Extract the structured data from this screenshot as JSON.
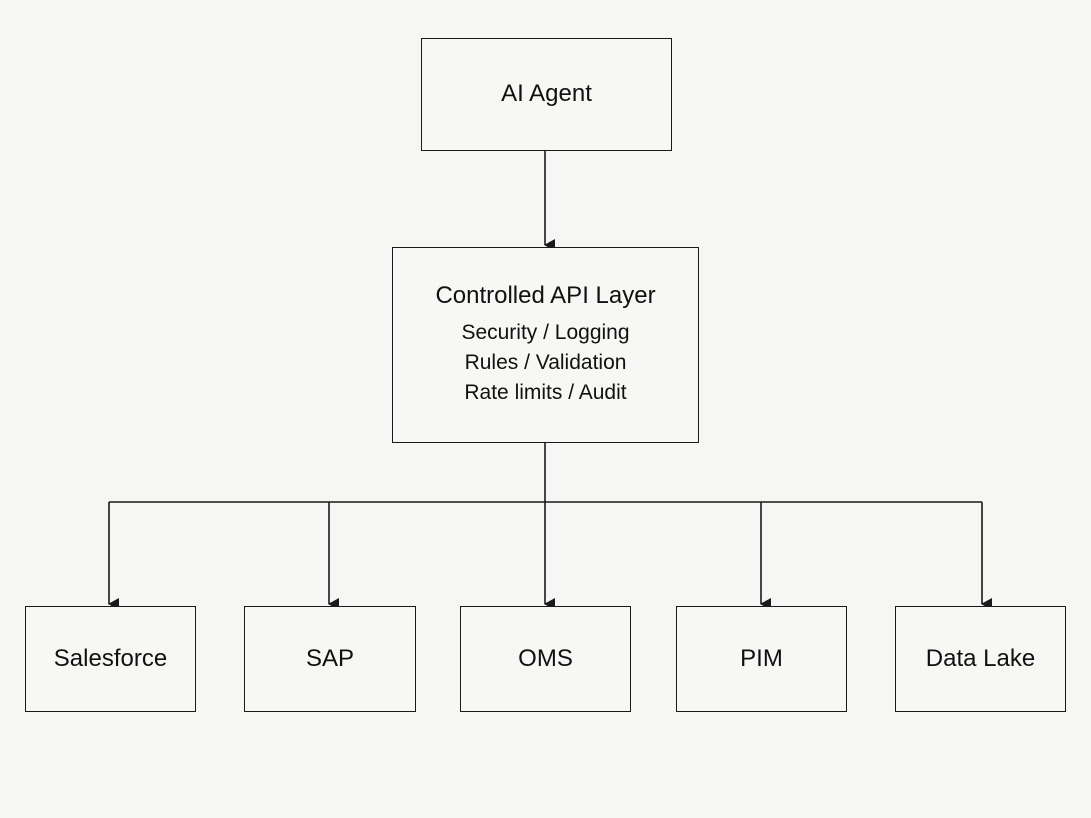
{
  "diagram": {
    "agent": {
      "label": "AI Agent"
    },
    "api_layer": {
      "title": "Controlled API Layer",
      "lines": [
        "Security / Logging",
        "Rules / Validation",
        "Rate limits / Audit"
      ]
    },
    "systems": [
      {
        "label": "Salesforce"
      },
      {
        "label": "SAP"
      },
      {
        "label": "OMS"
      },
      {
        "label": "PIM"
      },
      {
        "label": "Data Lake"
      }
    ],
    "colors": {
      "stroke": "#1a1a1a",
      "background": "#f6f6f4",
      "text": "#111111"
    }
  }
}
